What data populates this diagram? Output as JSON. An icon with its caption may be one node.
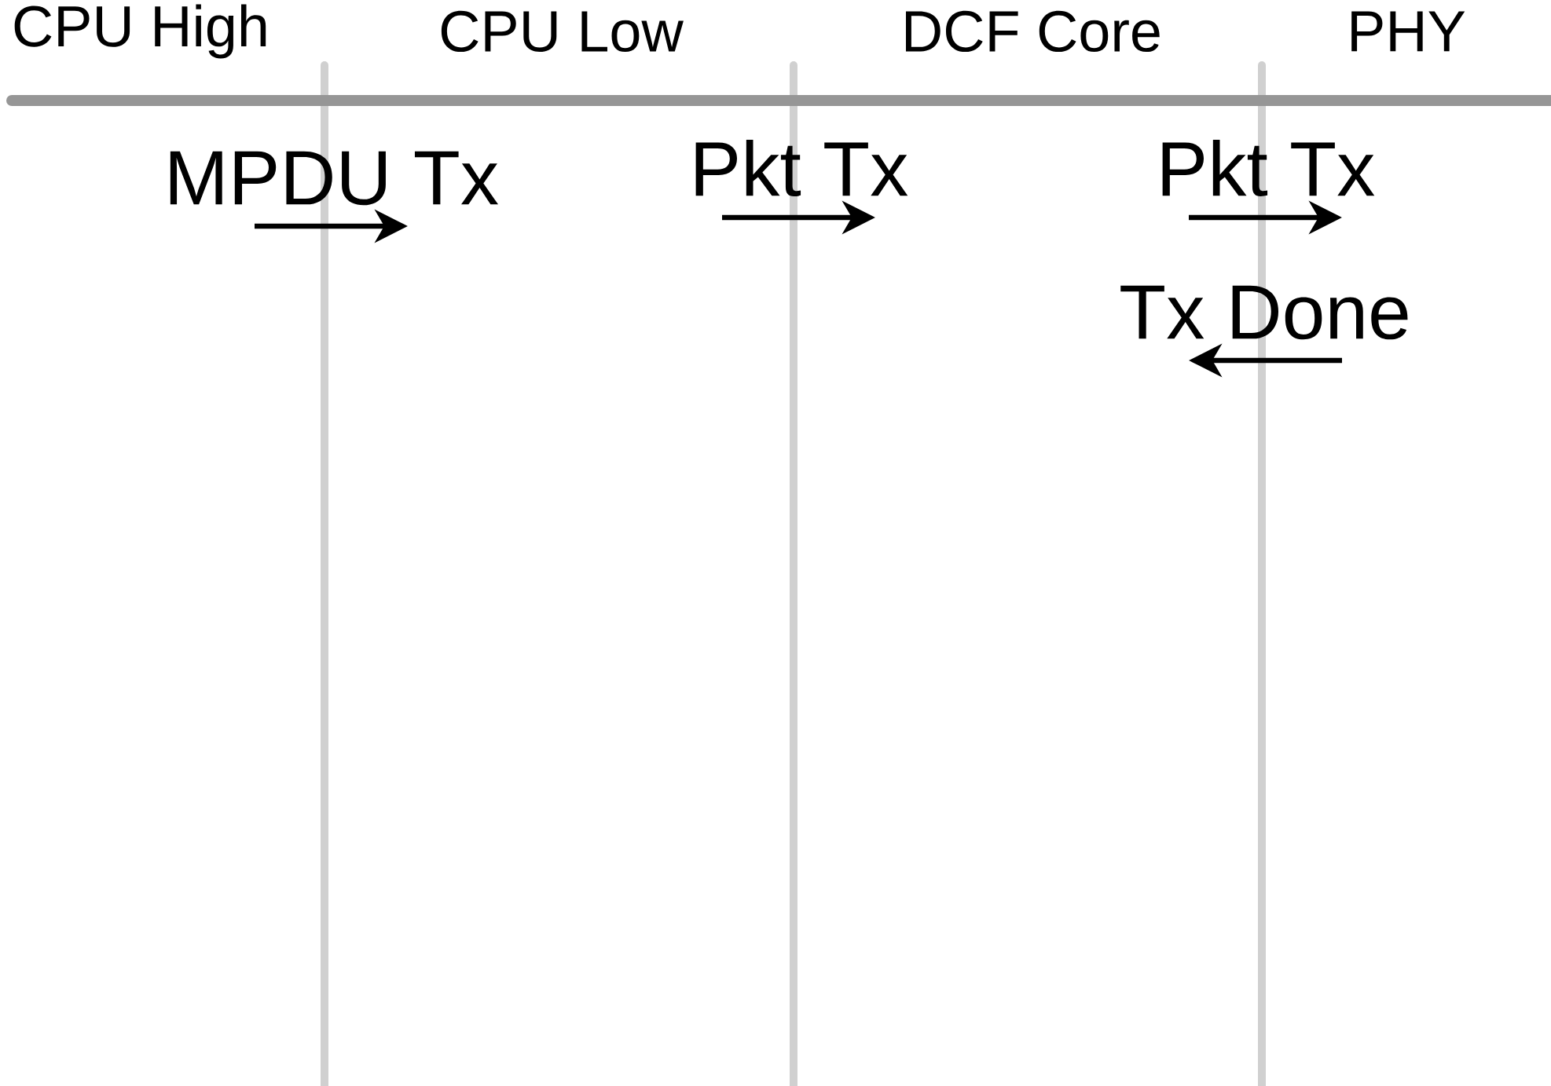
{
  "diagram": {
    "labels": [
      "CPU High",
      "CPU Low",
      "DCF Core",
      "PHY",
      "MPDU Tx",
      "Pkt Tx",
      "Pkt Tx",
      "Tx Done"
    ]
  }
}
